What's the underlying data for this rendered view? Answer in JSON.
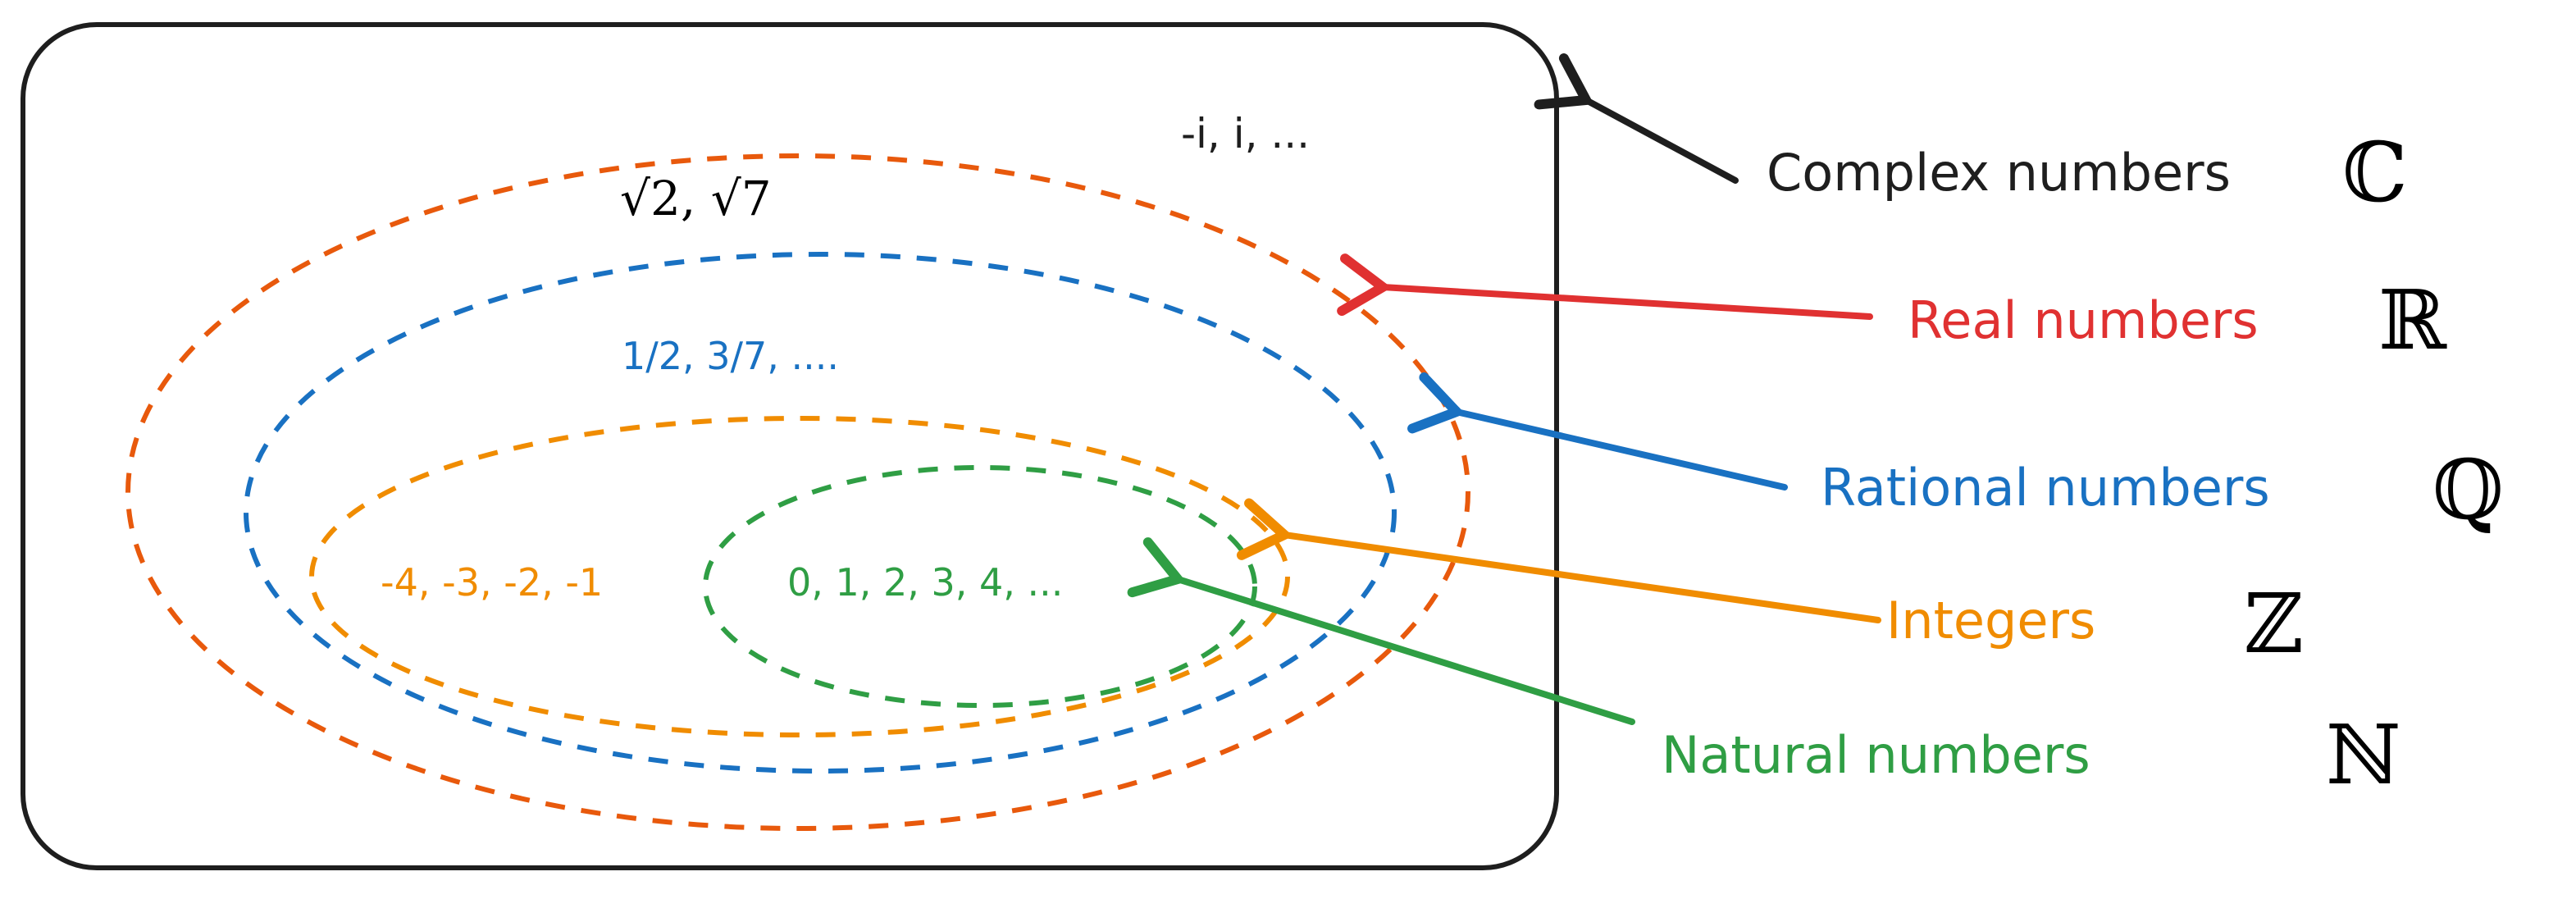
{
  "colors": {
    "complex": "#1e1e1e",
    "real": "#e8590c",
    "real_arrow": "#e03131",
    "rational": "#1971c2",
    "integers": "#f08c00",
    "natural": "#2f9e44"
  },
  "sets": {
    "complex": {
      "label": "Complex numbers",
      "symbol": "ℂ",
      "examples": "-i, i, ..."
    },
    "real": {
      "label": "Real numbers",
      "symbol": "ℝ",
      "examples": "√2, √7"
    },
    "rational": {
      "label": "Rational numbers",
      "symbol": "ℚ",
      "examples": "1/2, 3/7, ...."
    },
    "integers": {
      "label": "Integers",
      "symbol": "ℤ",
      "examples": "-4, -3, -2, -1"
    },
    "natural": {
      "label": "Natural numbers",
      "symbol": "ℕ",
      "examples": "0, 1, 2, 3, 4, ..."
    }
  }
}
